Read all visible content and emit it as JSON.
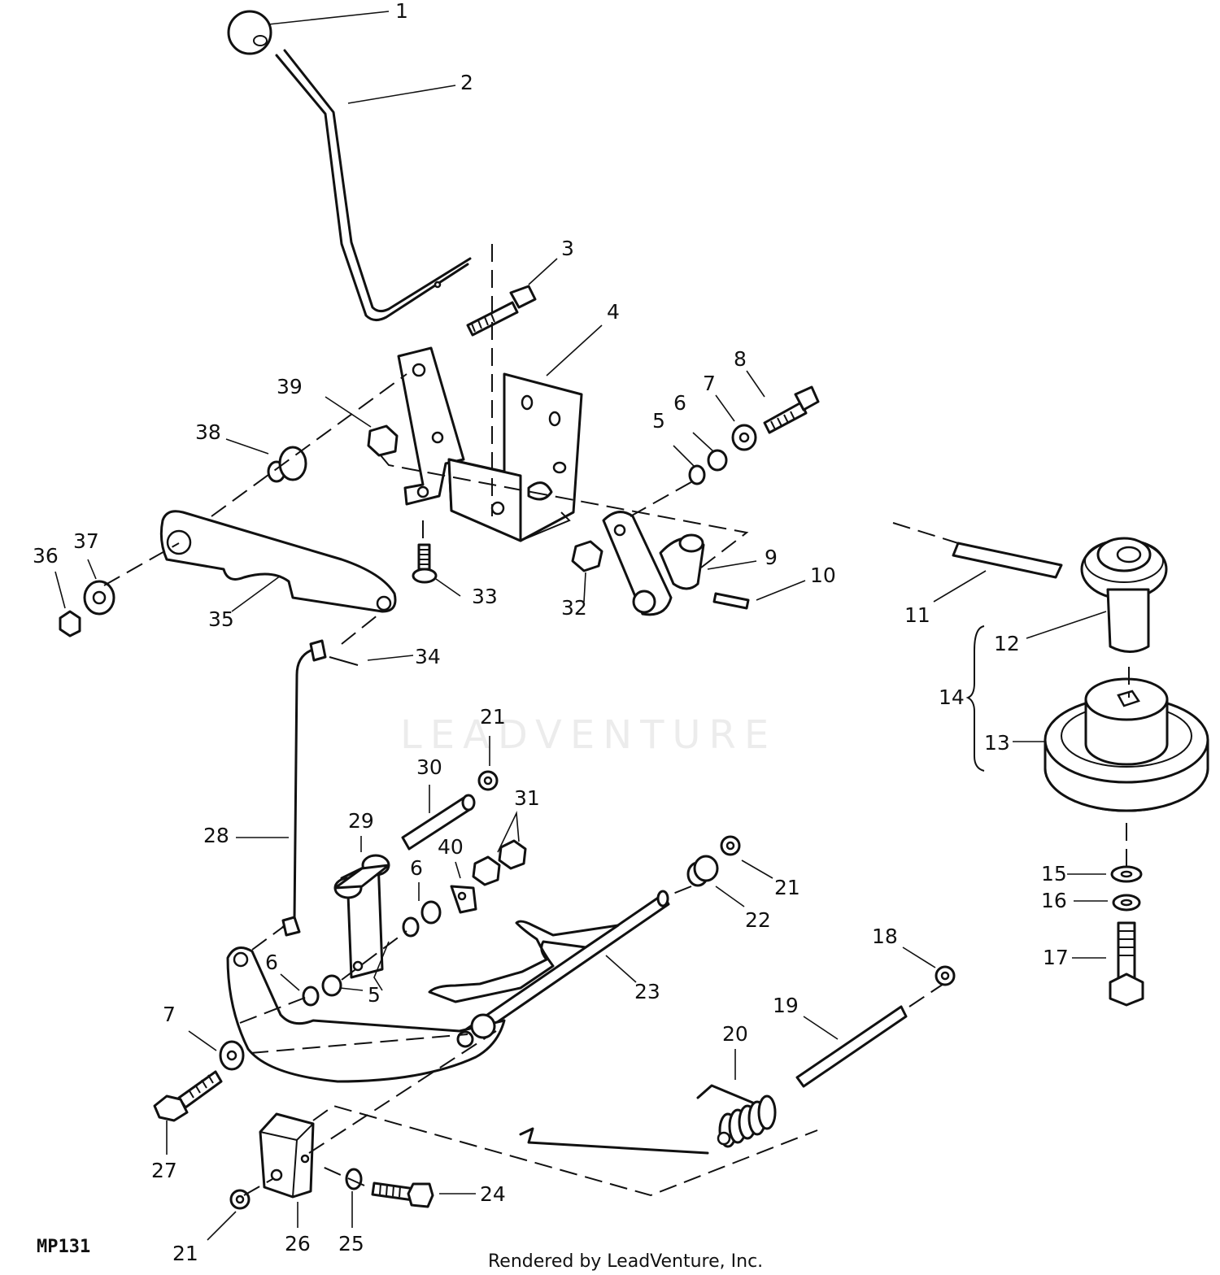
{
  "diagram": {
    "code": "MP131",
    "credit": "Rendered by LeadVenture, Inc.",
    "watermark": "LEADVENTURE",
    "callouts": [
      {
        "id": "c1",
        "text": "1"
      },
      {
        "id": "c2",
        "text": "2"
      },
      {
        "id": "c3",
        "text": "3"
      },
      {
        "id": "c4",
        "text": "4"
      },
      {
        "id": "c5a",
        "text": "5"
      },
      {
        "id": "c6a",
        "text": "6"
      },
      {
        "id": "c7a",
        "text": "7"
      },
      {
        "id": "c8",
        "text": "8"
      },
      {
        "id": "c9",
        "text": "9"
      },
      {
        "id": "c10",
        "text": "10"
      },
      {
        "id": "c11",
        "text": "11"
      },
      {
        "id": "c12",
        "text": "12"
      },
      {
        "id": "c13",
        "text": "13"
      },
      {
        "id": "c14",
        "text": "14"
      },
      {
        "id": "c15",
        "text": "15"
      },
      {
        "id": "c16",
        "text": "16"
      },
      {
        "id": "c17",
        "text": "17"
      },
      {
        "id": "c18",
        "text": "18"
      },
      {
        "id": "c19",
        "text": "19"
      },
      {
        "id": "c20",
        "text": "20"
      },
      {
        "id": "c21a",
        "text": "21"
      },
      {
        "id": "c21b",
        "text": "21"
      },
      {
        "id": "c21c",
        "text": "21"
      },
      {
        "id": "c22",
        "text": "22"
      },
      {
        "id": "c23",
        "text": "23"
      },
      {
        "id": "c24",
        "text": "24"
      },
      {
        "id": "c25",
        "text": "25"
      },
      {
        "id": "c26",
        "text": "26"
      },
      {
        "id": "c27",
        "text": "27"
      },
      {
        "id": "c28",
        "text": "28"
      },
      {
        "id": "c29",
        "text": "29"
      },
      {
        "id": "c30",
        "text": "30"
      },
      {
        "id": "c31",
        "text": "31"
      },
      {
        "id": "c32",
        "text": "32"
      },
      {
        "id": "c33",
        "text": "33"
      },
      {
        "id": "c34",
        "text": "34"
      },
      {
        "id": "c35",
        "text": "35"
      },
      {
        "id": "c36",
        "text": "36"
      },
      {
        "id": "c37",
        "text": "37"
      },
      {
        "id": "c38",
        "text": "38"
      },
      {
        "id": "c39",
        "text": "39"
      },
      {
        "id": "c40",
        "text": "40"
      },
      {
        "id": "c5b",
        "text": "5"
      },
      {
        "id": "c6b",
        "text": "6"
      },
      {
        "id": "c6c",
        "text": "6"
      },
      {
        "id": "c7b",
        "text": "7"
      }
    ]
  }
}
